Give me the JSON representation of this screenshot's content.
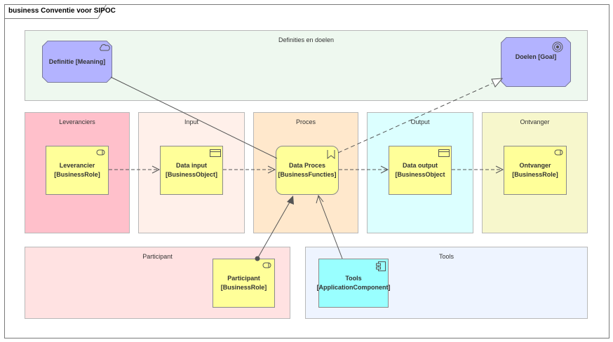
{
  "diagram": {
    "title": "business Conventie voor SIPOC",
    "groups": {
      "definities": "Definities en doelen",
      "leveranciers": "Leveranciers",
      "input": "Input",
      "proces": "Proces",
      "output": "Output",
      "ontvanger": "Ontvanger",
      "participant": "Participant",
      "tools": "Tools"
    },
    "elements": {
      "definitie": {
        "name": "Definitie",
        "stereotype": "[Meaning]"
      },
      "doelen": {
        "name": "Doelen",
        "stereotype": "[Goal]"
      },
      "leverancier": {
        "name": "Leverancier",
        "stereotype": "[BusinessRole]"
      },
      "data_input": {
        "name": "Data input",
        "stereotype": "[BusinessObject]"
      },
      "data_proces": {
        "name": "Data Proces",
        "stereotype": "[BusinessFuncties]"
      },
      "data_output": {
        "name": "Data output",
        "stereotype": "[BusinessObject"
      },
      "ontvanger": {
        "name": "Ontvanger",
        "stereotype": "[BusinessRole]"
      },
      "participant": {
        "name": "Participant",
        "stereotype": "[BusinessRole]"
      },
      "tools": {
        "name": "Tools",
        "stereotype": "[ApplicationComponent]"
      }
    },
    "colors": {
      "definities_bg": "#eef8ef",
      "leveranciers_bg": "#ffc0cb",
      "input_bg": "#fff0ea",
      "proces_bg": "#ffe8cc",
      "output_bg": "#dcffff",
      "ontvanger_bg": "#f7f7cc",
      "participant_bg": "#ffe2e2",
      "tools_bg": "#eef4ff",
      "meaning_goal": "#b3b3ff",
      "business": "#ffff99",
      "application": "#99ffff"
    }
  }
}
